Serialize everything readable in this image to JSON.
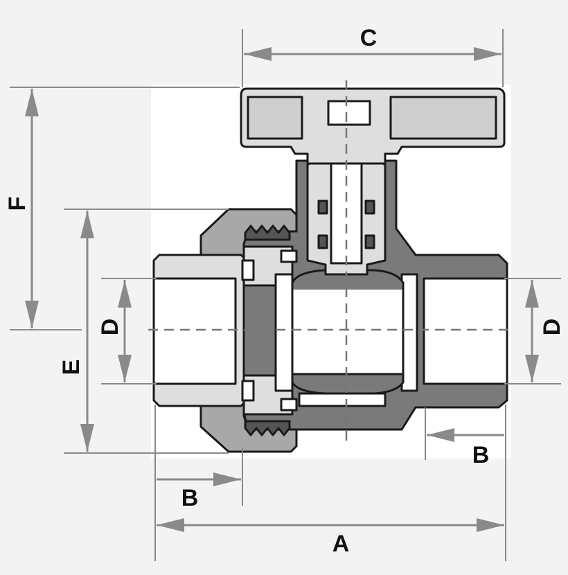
{
  "dimensions": {
    "A": "A",
    "B_left": "B",
    "B_right": "B",
    "C": "C",
    "D_left": "D",
    "D_right": "D",
    "E": "E",
    "F": "F"
  },
  "colors": {
    "body_dark": "#7a7a7a",
    "union_nut": "#a8a8a8",
    "insert": "#dedede",
    "dimension_line": "#8a8a8a"
  }
}
